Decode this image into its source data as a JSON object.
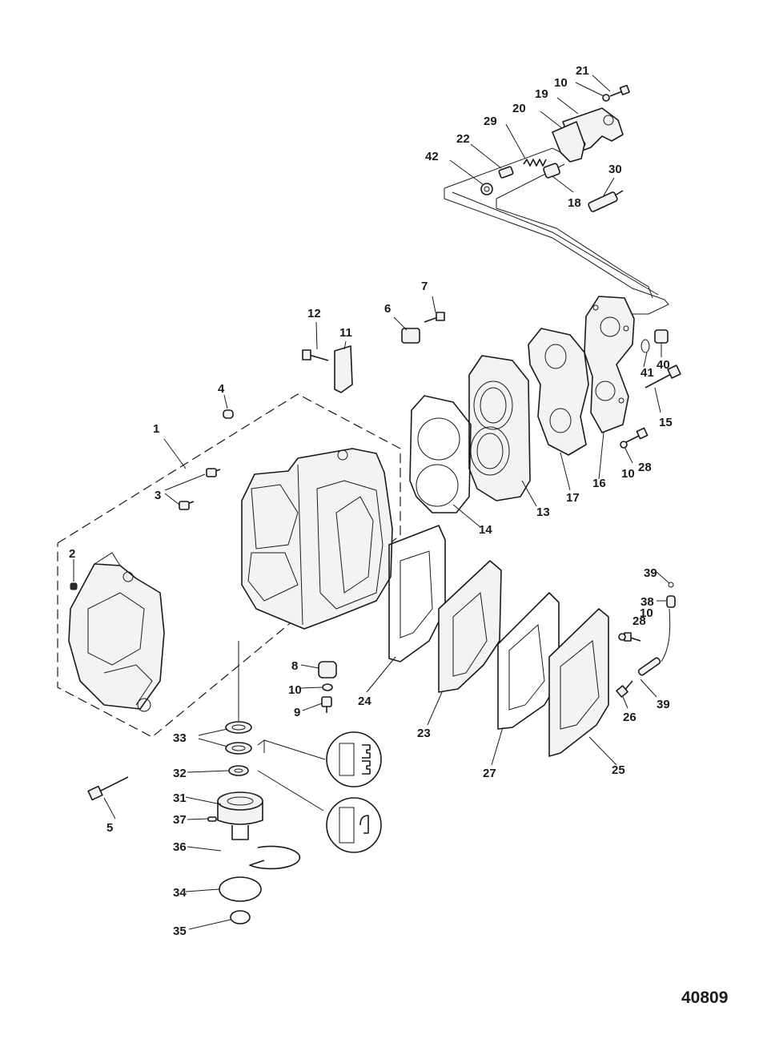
{
  "drawing_id": "40809",
  "callouts": {
    "c1": "1",
    "c2": "2",
    "c3": "3",
    "c4": "4",
    "c5": "5",
    "c6": "6",
    "c7": "7",
    "c8": "8",
    "c9": "9",
    "c10a": "10",
    "c10b": "10",
    "c10c": "10",
    "c10d": "10",
    "c11": "11",
    "c12": "12",
    "c13": "13",
    "c14": "14",
    "c15": "15",
    "c16": "16",
    "c17": "17",
    "c18": "18",
    "c19": "19",
    "c20": "20",
    "c21": "21",
    "c22": "22",
    "c23": "23",
    "c24": "24",
    "c25": "25",
    "c26": "26",
    "c27": "27",
    "c28a": "28",
    "c28b": "28",
    "c29": "29",
    "c30": "30",
    "c31": "31",
    "c32": "32",
    "c33": "33",
    "c34": "34",
    "c35": "35",
    "c36": "36",
    "c37": "37",
    "c38": "38",
    "c39a": "39",
    "c39b": "39",
    "c40": "40",
    "c41": "41",
    "c42": "42"
  }
}
